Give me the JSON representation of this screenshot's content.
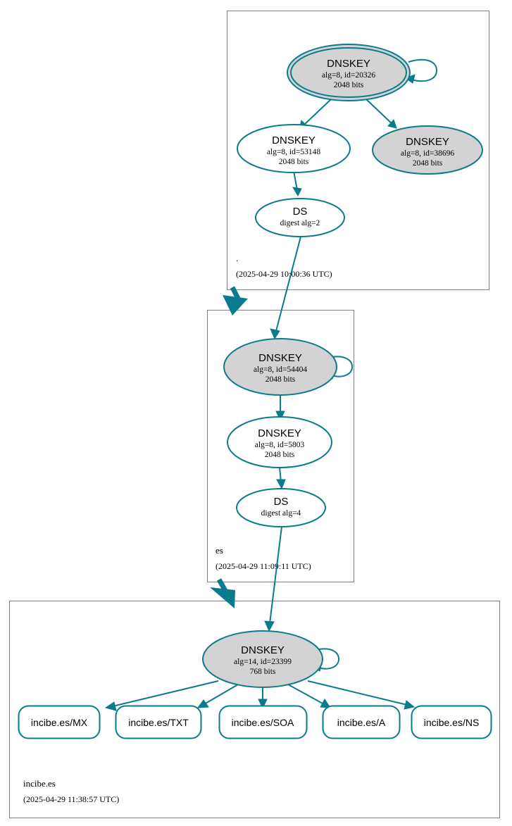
{
  "diagram": {
    "title": "DNSSEC authentication chain for incibe.es",
    "colors": {
      "edge": "#0a7b8c",
      "node_secure_fill": "#d3d3d3",
      "node_plain_fill": "#ffffff",
      "zone_border": "#808080"
    }
  },
  "zones": [
    {
      "id": "root",
      "name": ".",
      "timestamp": "(2025-04-29 10:00:36 UTC)",
      "nodes": [
        {
          "id": "root-ksk",
          "type": "DNSKEY",
          "label": "DNSKEY",
          "detail": "alg=8, id=20326",
          "bits": "2048 bits",
          "fill": "gray",
          "border": "double",
          "self_signed": true
        },
        {
          "id": "root-zsk-53148",
          "type": "DNSKEY",
          "label": "DNSKEY",
          "detail": "alg=8, id=53148",
          "bits": "2048 bits",
          "fill": "white",
          "border": "single",
          "self_signed": false
        },
        {
          "id": "root-zsk-38696",
          "type": "DNSKEY",
          "label": "DNSKEY",
          "detail": "alg=8, id=38696",
          "bits": "2048 bits",
          "fill": "gray",
          "border": "single",
          "self_signed": false
        },
        {
          "id": "root-ds",
          "type": "DS",
          "label": "DS",
          "detail": "digest alg=2",
          "bits": "",
          "fill": "white",
          "border": "single",
          "self_signed": false
        }
      ]
    },
    {
      "id": "es",
      "name": "es",
      "timestamp": "(2025-04-29 11:09:11 UTC)",
      "nodes": [
        {
          "id": "es-ksk",
          "type": "DNSKEY",
          "label": "DNSKEY",
          "detail": "alg=8, id=54404",
          "bits": "2048 bits",
          "fill": "gray",
          "border": "single",
          "self_signed": true
        },
        {
          "id": "es-zsk",
          "type": "DNSKEY",
          "label": "DNSKEY",
          "detail": "alg=8, id=5803",
          "bits": "2048 bits",
          "fill": "white",
          "border": "single",
          "self_signed": false
        },
        {
          "id": "es-ds",
          "type": "DS",
          "label": "DS",
          "detail": "digest alg=4",
          "bits": "",
          "fill": "white",
          "border": "single",
          "self_signed": false
        }
      ]
    },
    {
      "id": "incibe",
      "name": "incibe.es",
      "timestamp": "(2025-04-29 11:38:57 UTC)",
      "nodes": [
        {
          "id": "incibe-key",
          "type": "DNSKEY",
          "label": "DNSKEY",
          "detail": "alg=14, id=23399",
          "bits": "768 bits",
          "fill": "gray",
          "border": "single",
          "self_signed": true
        }
      ],
      "rrsets": [
        {
          "id": "rr-mx",
          "label": "incibe.es/MX"
        },
        {
          "id": "rr-txt",
          "label": "incibe.es/TXT"
        },
        {
          "id": "rr-soa",
          "label": "incibe.es/SOA"
        },
        {
          "id": "rr-a",
          "label": "incibe.es/A"
        },
        {
          "id": "rr-ns",
          "label": "incibe.es/NS"
        }
      ]
    }
  ]
}
